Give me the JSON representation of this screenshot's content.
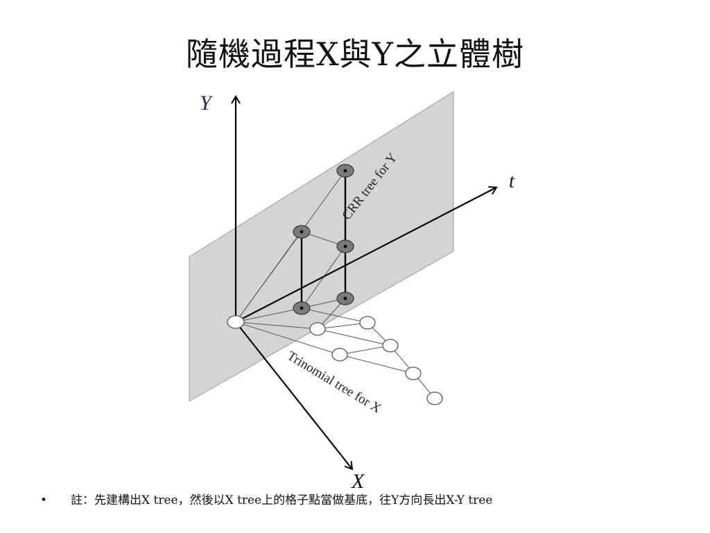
{
  "title": "隨機過程X與Y之立體樹",
  "axes": {
    "y_label": "Y",
    "t_label": "t",
    "x_label": "X"
  },
  "plane_label": "CRR tree for Y",
  "tree_label": "Trinomial tree for X",
  "note": {
    "bullet": "•",
    "text": "註：先建構出X tree，然後以X tree上的格子點當做基底，往Y方向長出X-Y tree"
  },
  "colors": {
    "plane": "#d4d4d4",
    "crr_node": "#7a7a7a",
    "tri_node": "#ffffff",
    "line": "#000000"
  }
}
